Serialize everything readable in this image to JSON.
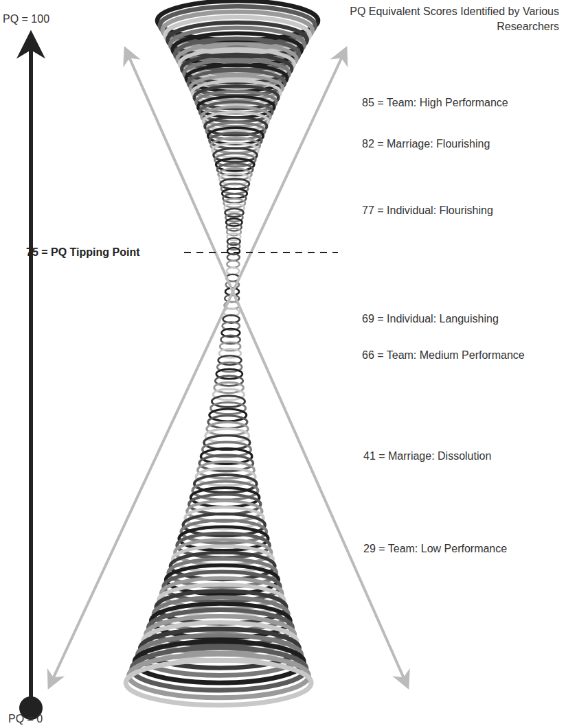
{
  "diagram": {
    "title": "PQ Equivalent Scores Identified by Various Researchers",
    "labels": [
      "PQ = 100",
      "85 = Team: High Performance",
      "82 = Marriage: Flourishing",
      "77 = Individual: Flourishing",
      "75 = PQ Tipping Point",
      "69 = Individual: Languishing",
      "66 = Team: Medium Performance",
      "41 = Marriage: Dissolution",
      "29 = Team: Low Performance",
      "PQ = 0"
    ]
  }
}
